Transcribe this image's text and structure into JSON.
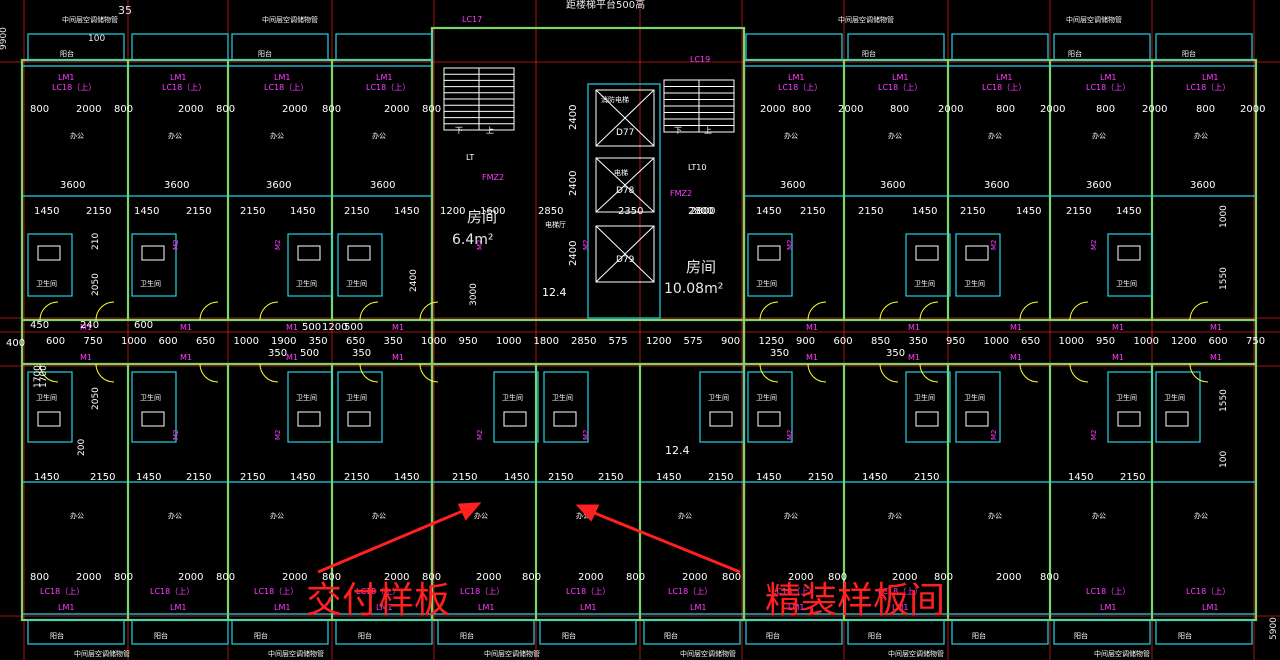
{
  "header": {
    "top_note": "距楼梯平台500高",
    "left_number": "35",
    "left_value": "100",
    "side_label_left": "9900",
    "side_label_right": "5900"
  },
  "labels": {
    "upper_room_tags": [
      "LM1",
      "LM1",
      "LM1",
      "LM1",
      "LM1",
      "LM1",
      "LM1",
      "LM1",
      "LM1",
      "LM1",
      "LM1",
      "LM1"
    ],
    "upper_window_tags": [
      "LC18（上）",
      "LC18（上）",
      "LC18（上）",
      "LC18（上）",
      "LC18（上）",
      "LC18（上）",
      "LC18（上）",
      "LC18（上）",
      "LC18（上）",
      "LC18（上）",
      "LC18（上）",
      "LC18（上）"
    ],
    "top_aircon": "中间层空调储物管",
    "balcony": "阳台",
    "office": "办公",
    "toilet": "卫生间",
    "room": "房间",
    "room_area_1": "6.4m²",
    "room_area_2": "10.08m²",
    "stair_down": "下",
    "stair_up": "上",
    "lc17": "LC17",
    "lc19": "LC19",
    "lt": "LT",
    "lt10": "LT10",
    "fmz2": "FMZ2",
    "fmz2b": "FMZ2",
    "d77": "D77",
    "d78": "D78",
    "d79": "D79",
    "elevator": "电梯",
    "elevator_hall": "电梯厅",
    "fire_elevator": "消防电梯",
    "level_1": "12.4",
    "level_2": "12.4",
    "m1": "M1",
    "m2": "M2",
    "lc18_bottom": "LC18（上）",
    "lm1_bottom": "LM1",
    "jiaofu": "交付样板",
    "jingzhuang": "精装样板间"
  },
  "dimensions": {
    "row_800_2000": [
      "800",
      "2000",
      "800",
      "2000",
      "800",
      "2000",
      "800",
      "2000",
      "800",
      "2000",
      "800",
      "2000",
      "800",
      "2000",
      "800",
      "2000",
      "800",
      "2000",
      "800",
      "2000",
      "800"
    ],
    "row_3600": [
      "3600",
      "3600",
      "3600",
      "3600",
      "3600",
      "3600",
      "3600",
      "3600",
      "3600",
      "3600"
    ],
    "row_1450_2150": [
      "1450",
      "2150",
      "1450",
      "2150",
      "2150",
      "1450",
      "2150",
      "1450",
      "1200",
      "1600",
      "2850",
      "2800",
      "1450",
      "2150",
      "2150",
      "1450",
      "2150",
      "1450",
      "2150",
      "1450"
    ],
    "corridor_dims": [
      "600",
      "750",
      "1000",
      "600",
      "650",
      "1000",
      "1900",
      "350",
      "650",
      "350",
      "1000",
      "950",
      "1000",
      "1800",
      "2850",
      "575",
      "1200",
      "575",
      "900",
      "1250",
      "900",
      "600",
      "850",
      "350",
      "950",
      "1000",
      "650",
      "1000",
      "950",
      "1000",
      "1200",
      "600",
      "750"
    ],
    "corridor_dims_2": [
      "500",
      "1200",
      "500",
      "350",
      "500",
      "350",
      "350",
      "350"
    ],
    "lower_1450_2150": [
      "1450",
      "2150",
      "1450",
      "2150",
      "2150",
      "1450",
      "2150",
      "1450",
      "2150",
      "1450",
      "2150",
      "2150",
      "1450",
      "2150",
      "1450",
      "2150",
      "1450",
      "2150",
      "1450",
      "2150"
    ],
    "lower_800_2000": [
      "800",
      "2000",
      "800",
      "2000",
      "800",
      "2000",
      "800",
      "2000",
      "800",
      "2000",
      "800",
      "2000",
      "800",
      "2000",
      "800",
      "2000",
      "800",
      "2000",
      "800",
      "2000",
      "800"
    ],
    "vertical_2400": [
      "2400",
      "2400",
      "2400"
    ],
    "vertical_misc": [
      "210",
      "1550",
      "1000",
      "2050",
      "1700",
      "1700",
      "2050",
      "200",
      "1550",
      "100",
      "2400",
      "3000"
    ],
    "small_dims": [
      "2350",
      "2800",
      "400",
      "450",
      "240",
      "600"
    ]
  },
  "colors": {
    "background": "#000000",
    "wall_green": "#7fd46a",
    "cyan": "#22d3e6",
    "pink": "#ff3cff",
    "yellow": "#ffff33",
    "red_axis": "#ff2020",
    "annotation_red": "#ff2020"
  }
}
